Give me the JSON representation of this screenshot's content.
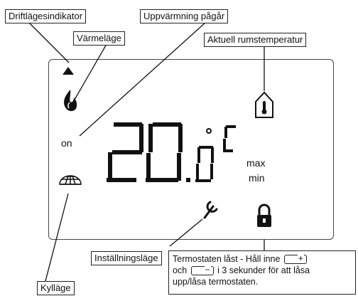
{
  "callouts": {
    "mode_indicator": "Driftlägesindikator",
    "heating_active": "Uppvärmning pågår",
    "heat_mode": "Värmeläge",
    "room_temperature": "Aktuell rumstemperatur",
    "settings_mode": "Inställningsläge",
    "cooling_mode": "Kylläge"
  },
  "display": {
    "temperature_main": "20",
    "temperature_decimal": "0",
    "unit_degree": "°",
    "unit_letter": "C",
    "on_label": "on",
    "max_label": "max",
    "min_label": "min"
  },
  "lock_note": {
    "line1_text": "Termostaten låst - Håll inne",
    "plus_symbol": "+",
    "line2_prefix": "och",
    "minus_symbol": "−",
    "line2_suffix": "i 3 sekunder för att låsa",
    "line3": "upp/låsa termostaten."
  },
  "icons": [
    "triangle-up-icon",
    "flame-icon",
    "globe-grid-icon",
    "house-thermometer-icon",
    "wrench-icon",
    "padlock-icon"
  ]
}
